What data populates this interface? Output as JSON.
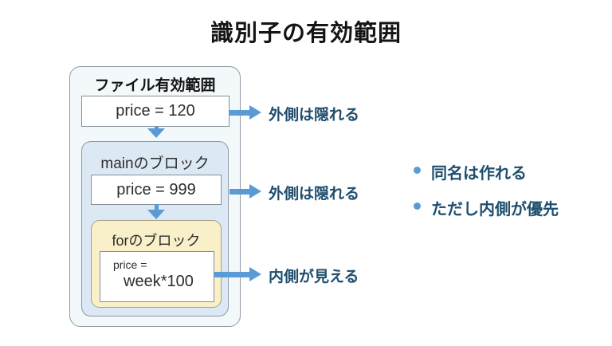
{
  "title": "識別子の有効範囲",
  "diagram": {
    "file_scope": {
      "label": "ファイル有効範囲",
      "statement": "price = 120",
      "annotation": "外側は隠れる"
    },
    "main_block": {
      "label": "mainのブロック",
      "statement": "price = 999",
      "annotation": "外側は隠れる"
    },
    "for_block": {
      "label": "forのブロック",
      "statement_line1": "price =",
      "statement_line2": "week*100",
      "annotation": "内側が見える"
    }
  },
  "notes": {
    "items": [
      {
        "text": "同名は作れる"
      },
      {
        "text": "ただし内側が優先"
      }
    ]
  },
  "colors": {
    "arrow_accent": "#5b9bd5",
    "note_text": "#1f4e6e",
    "file_scope_fill": "#f3f8fb",
    "main_block_fill": "#dce8f3",
    "for_block_fill": "#f9efc9",
    "box_border": "#8f99a3"
  }
}
